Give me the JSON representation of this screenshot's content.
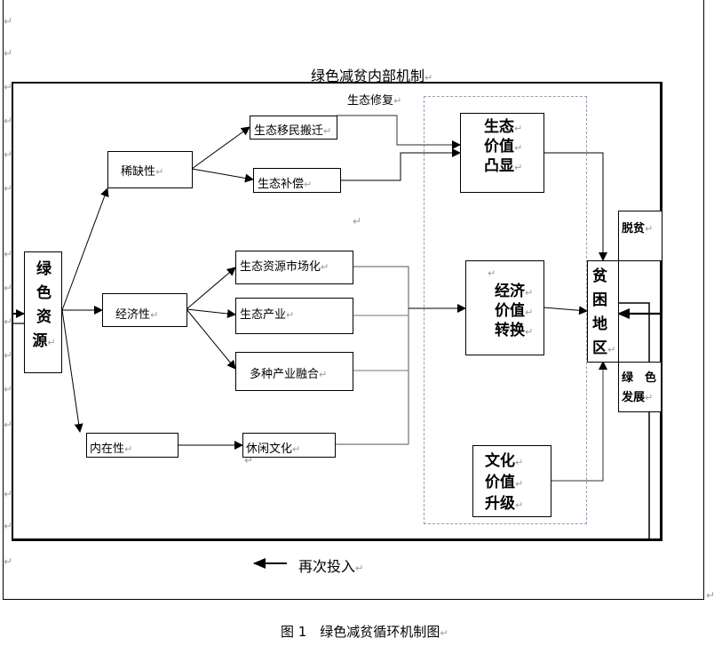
{
  "diagram": {
    "inner_title": "绿色减贫内部机制",
    "restoration_label": "生态修复",
    "reinvest_label": "再次投入",
    "caption": "图 1　绿色减贫循环机制图",
    "paragraph_mark": "↵",
    "nodes": {
      "green_resources": [
        "绿",
        "色",
        "资",
        "源"
      ],
      "scarcity": "稀缺性",
      "economic": "经济性",
      "intrinsic": "内在性",
      "eco_migration": "生态移民搬迁",
      "eco_compensation": "生态补偿",
      "eco_marketization": "生态资源市场化",
      "eco_industry": "生态产业",
      "industry_fusion": "多种产业融合",
      "leisure_culture": "休闲文化",
      "eco_value": [
        "生态",
        "价值",
        "凸显"
      ],
      "econ_value": [
        "经济",
        "价值",
        "转换"
      ],
      "culture_value": [
        "文化",
        "价值",
        "升级"
      ],
      "poor_region": [
        "贫",
        "困",
        "地",
        "区"
      ],
      "poverty_exit": "脱贫",
      "green_development": [
        "绿　色",
        "发展"
      ]
    },
    "edges": [
      {
        "from": "绿色资源",
        "to": "稀缺性"
      },
      {
        "from": "绿色资源",
        "to": "经济性"
      },
      {
        "from": "绿色资源",
        "to": "内在性"
      },
      {
        "from": "稀缺性",
        "to": "生态移民搬迁"
      },
      {
        "from": "稀缺性",
        "to": "生态补偿"
      },
      {
        "from": "经济性",
        "to": "生态资源市场化"
      },
      {
        "from": "经济性",
        "to": "生态产业"
      },
      {
        "from": "经济性",
        "to": "多种产业融合"
      },
      {
        "from": "内在性",
        "to": "休闲文化"
      },
      {
        "from": "生态移民搬迁",
        "to": "生态价值凸显"
      },
      {
        "from": "生态补偿",
        "to": "生态价值凸显"
      },
      {
        "from": "生态资源市场化",
        "to": "经济价值转换"
      },
      {
        "from": "生态产业",
        "to": "经济价值转换"
      },
      {
        "from": "多种产业融合",
        "to": "经济价值转换"
      },
      {
        "from": "休闲文化",
        "to": "经济价值转换"
      },
      {
        "from": "生态价值凸显",
        "to": "贫困地区"
      },
      {
        "from": "经济价值转换",
        "to": "贫困地区"
      },
      {
        "from": "文化价值升级",
        "to": "贫困地区"
      },
      {
        "from": "脱贫",
        "to": "贫困地区"
      },
      {
        "from": "贫困地区",
        "to": "绿色发展"
      },
      {
        "from": "绿色发展",
        "to": "绿色资源",
        "label": "再次投入"
      }
    ]
  }
}
